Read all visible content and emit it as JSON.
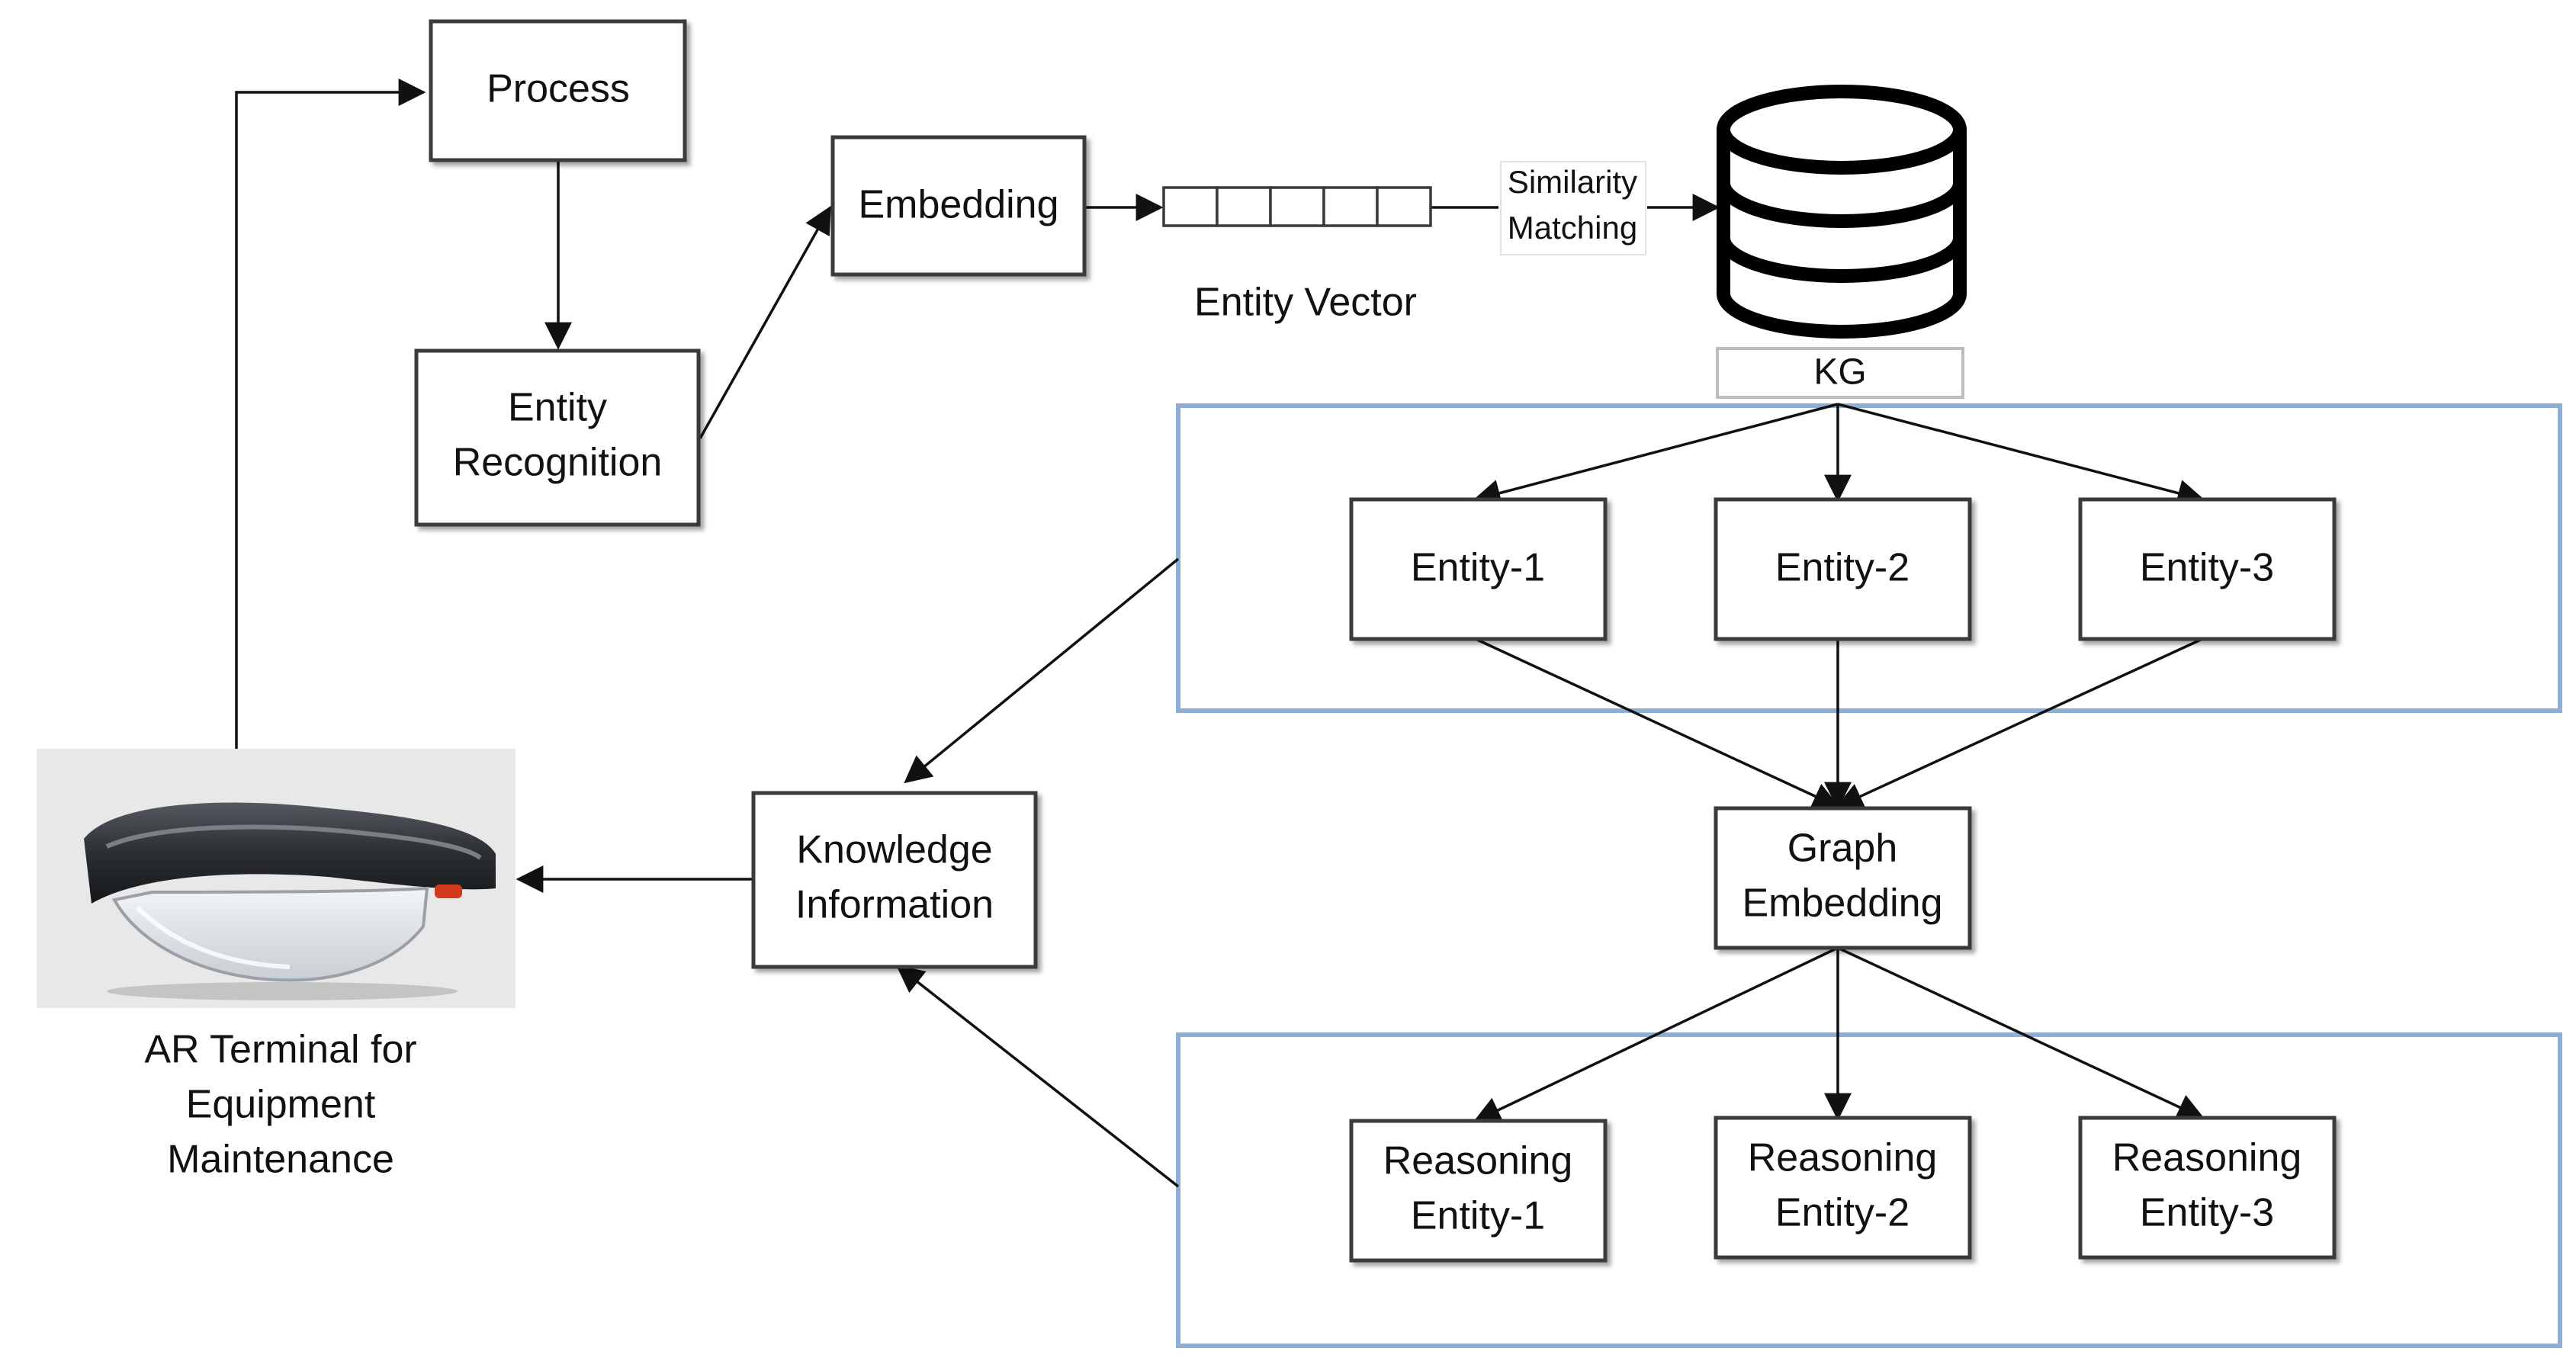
{
  "nodes": {
    "process": "Process",
    "entity_recognition": [
      "Entity",
      "Recognition"
    ],
    "embedding": "Embedding",
    "entity_vector": "Entity Vector",
    "similarity_matching": [
      "Similarity",
      "Matching"
    ],
    "kg": "KG",
    "entity_1": "Entity-1",
    "entity_2": "Entity-2",
    "entity_3": "Entity-3",
    "graph_embedding": [
      "Graph",
      "Embedding"
    ],
    "reasoning_entity_1": [
      "Reasoning",
      "Entity-1"
    ],
    "reasoning_entity_2": [
      "Reasoning",
      "Entity-2"
    ],
    "reasoning_entity_3": [
      "Reasoning",
      "Entity-3"
    ],
    "knowledge_information": [
      "Knowledge",
      "Information"
    ],
    "ar_terminal": [
      "AR Terminal for",
      "Equipment",
      "Maintenance"
    ]
  },
  "colors": {
    "frame": "#8eaed4",
    "stroke": "#3a3a3a"
  }
}
